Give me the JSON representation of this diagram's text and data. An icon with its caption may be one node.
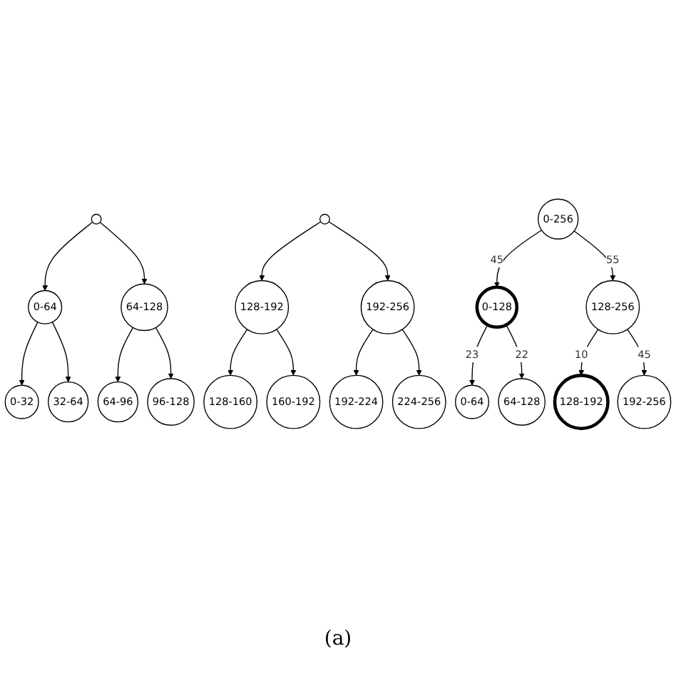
{
  "diagram": {
    "nodes": [
      {
        "text": [],
        "shape": "circle"
      },
      {
        "text": [
          "0-64"
        ]
      },
      {
        "text": [
          "64-128"
        ]
      },
      {
        "text": [
          "0-32"
        ]
      },
      {
        "text": [
          "32-64"
        ]
      },
      {
        "text": [
          "64-96"
        ]
      },
      {
        "text": [
          "96-128"
        ]
      },
      {
        "text": [],
        "shape": "circle"
      },
      {
        "text": [
          "128-192"
        ]
      },
      {
        "text": [
          "192-256"
        ]
      },
      {
        "text": [
          "128-160"
        ]
      },
      {
        "text": [
          "160-192"
        ]
      },
      {
        "text": [
          "192-224"
        ]
      },
      {
        "text": [
          "224-256"
        ]
      },
      {
        "text": [
          "0-256"
        ]
      },
      {
        "text": [
          "0-128"
        ]
      },
      {
        "text": [
          "128-256"
        ]
      },
      {
        "text": [
          "0-64"
        ]
      },
      {
        "text": [
          "64-128"
        ]
      },
      {
        "text": [
          "128-192"
        ]
      },
      {
        "text": [
          "192-256"
        ]
      }
    ],
    "edges": [
      {
        "from": 0,
        "to": 1,
        "arrow": "to"
      },
      {
        "from": 0,
        "to": 2,
        "arrow": "to"
      },
      {
        "from": 1,
        "to": 3,
        "arrow": "to"
      },
      {
        "from": 1,
        "to": 4,
        "arrow": "to"
      },
      {
        "from": 2,
        "to": 5,
        "arrow": "to"
      },
      {
        "from": 2,
        "to": 6,
        "arrow": "to"
      },
      {
        "from": 7,
        "to": 8,
        "arrow": "to"
      },
      {
        "from": 7,
        "to": 9,
        "arrow": "to"
      },
      {
        "from": 8,
        "to": 10,
        "arrow": "to"
      },
      {
        "from": 8,
        "to": 11,
        "arrow": "to"
      },
      {
        "from": 9,
        "to": 12,
        "arrow": "to"
      },
      {
        "from": 9,
        "to": 13,
        "arrow": "to"
      },
      {
        "from": 14,
        "to": 15,
        "label": "45",
        "arrow": "to"
      },
      {
        "from": 14,
        "to": 16,
        "label": "55",
        "arrow": "to"
      },
      {
        "from": 15,
        "to": 17,
        "label": "23",
        "arrow": "to"
      },
      {
        "from": 15,
        "to": 18,
        "label": "22",
        "arrow": "to"
      },
      {
        "from": 16,
        "to": 19,
        "label": "10",
        "arrow": "to"
      },
      {
        "from": 16,
        "to": 20,
        "label": "45",
        "arrow": "to"
      }
    ],
    "labels": [
      "(a)"
    ]
  }
}
